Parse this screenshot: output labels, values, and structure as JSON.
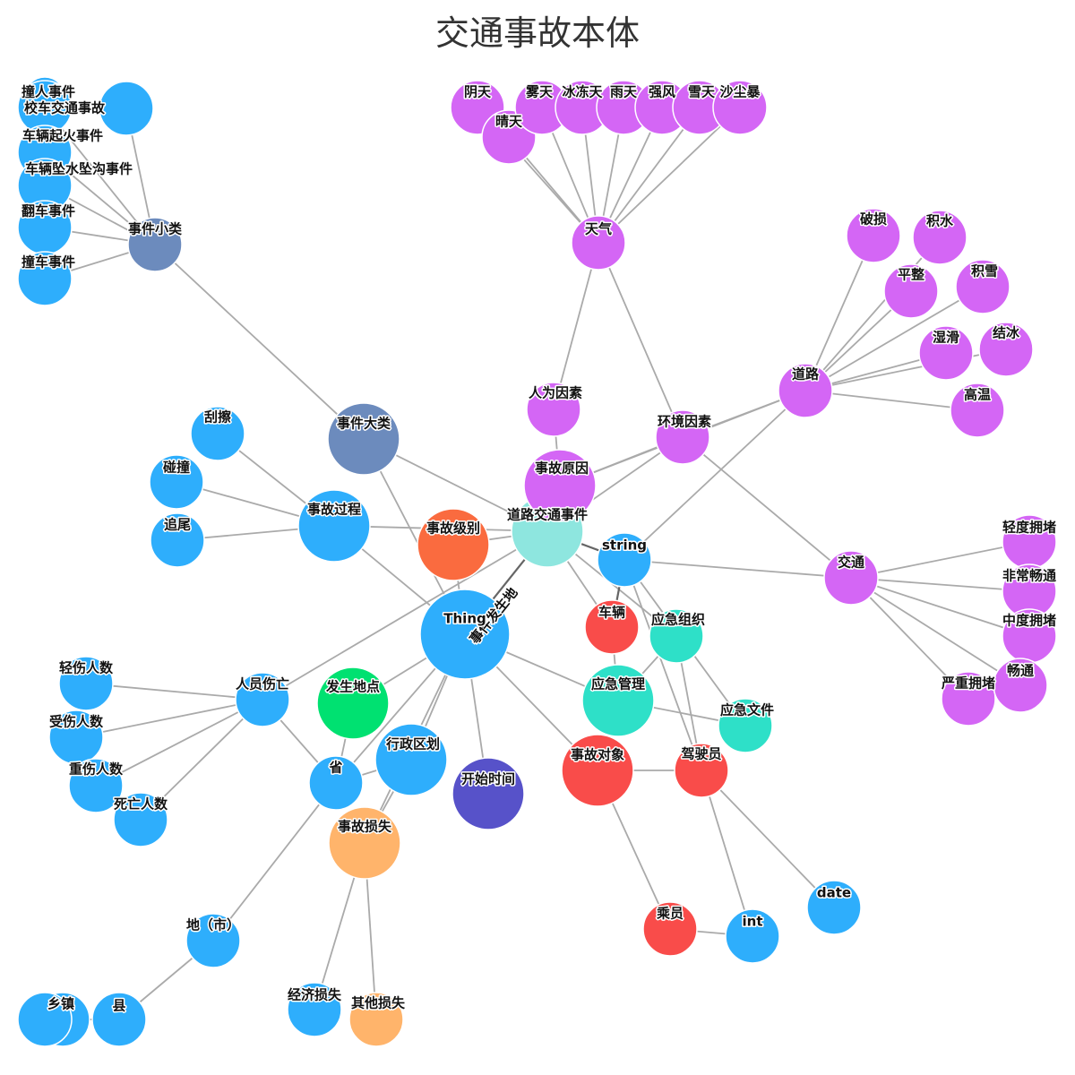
{
  "title": "交通事故本体",
  "colors": {
    "blue": "#2eaefc",
    "slate": "#6c8bbd",
    "purple": "#d466f5",
    "teal": "#8ee6df",
    "aqua": "#2ee0c8",
    "orangered": "#fa6b3f",
    "red": "#f94c4a",
    "green": "#00e171",
    "indigo": "#5752c9",
    "apricot": "#ffb46b"
  },
  "nodes": [
    {
      "id": "thing",
      "label": "Thing",
      "color": "blue"
    },
    {
      "id": "road_event",
      "label": "道路交通事件",
      "color": "teal"
    },
    {
      "id": "event_major",
      "label": "事件大类",
      "color": "slate"
    },
    {
      "id": "event_minor",
      "label": "事件小类",
      "color": "slate"
    },
    {
      "id": "hit_person",
      "label": "撞人事件",
      "color": "blue"
    },
    {
      "id": "school_bus",
      "label": "校车交通事故",
      "color": "blue"
    },
    {
      "id": "fire",
      "label": "车辆起火事件",
      "color": "blue"
    },
    {
      "id": "water",
      "label": "车辆坠水坠沟事件",
      "color": "blue"
    },
    {
      "id": "rollover",
      "label": "翻车事件",
      "color": "blue"
    },
    {
      "id": "crash_event",
      "label": "撞车事件",
      "color": "blue"
    },
    {
      "id": "weather",
      "label": "天气",
      "color": "purple"
    },
    {
      "id": "cloudy",
      "label": "阴天",
      "color": "purple"
    },
    {
      "id": "sunny",
      "label": "晴天",
      "color": "purple"
    },
    {
      "id": "foggy",
      "label": "雾天",
      "color": "purple"
    },
    {
      "id": "frozen",
      "label": "冰冻天",
      "color": "purple"
    },
    {
      "id": "rainy",
      "label": "雨天",
      "color": "purple"
    },
    {
      "id": "wind",
      "label": "强风",
      "color": "purple"
    },
    {
      "id": "snowy",
      "label": "雪天",
      "color": "purple"
    },
    {
      "id": "sandstorm",
      "label": "沙尘暴",
      "color": "purple"
    },
    {
      "id": "human_factor",
      "label": "人为因素",
      "color": "purple"
    },
    {
      "id": "env_factor",
      "label": "环境因素",
      "color": "purple"
    },
    {
      "id": "cause",
      "label": "事故原因",
      "color": "purple"
    },
    {
      "id": "road",
      "label": "道路",
      "color": "purple"
    },
    {
      "id": "damaged",
      "label": "破损",
      "color": "purple"
    },
    {
      "id": "ponding",
      "label": "积水",
      "color": "purple"
    },
    {
      "id": "flat",
      "label": "平整",
      "color": "purple"
    },
    {
      "id": "snow_cover",
      "label": "积雪",
      "color": "purple"
    },
    {
      "id": "slippery",
      "label": "湿滑",
      "color": "purple"
    },
    {
      "id": "icing",
      "label": "结冰",
      "color": "purple"
    },
    {
      "id": "heat",
      "label": "高温",
      "color": "purple"
    },
    {
      "id": "traffic",
      "label": "交通",
      "color": "purple"
    },
    {
      "id": "light_jam",
      "label": "轻度拥堵",
      "color": "purple"
    },
    {
      "id": "very_smooth",
      "label": "非常畅通",
      "color": "purple"
    },
    {
      "id": "mid_jam",
      "label": "中度拥堵",
      "color": "purple"
    },
    {
      "id": "smooth",
      "label": "畅通",
      "color": "purple"
    },
    {
      "id": "heavy_jam",
      "label": "严重拥堵",
      "color": "purple"
    },
    {
      "id": "process",
      "label": "事故过程",
      "color": "blue"
    },
    {
      "id": "scrape",
      "label": "刮擦",
      "color": "blue"
    },
    {
      "id": "collide",
      "label": "碰撞",
      "color": "blue"
    },
    {
      "id": "rearend",
      "label": "追尾",
      "color": "blue"
    },
    {
      "id": "level",
      "label": "事故级别",
      "color": "orangered"
    },
    {
      "id": "string",
      "label": "string",
      "color": "blue"
    },
    {
      "id": "vehicle",
      "label": "车辆",
      "color": "red"
    },
    {
      "id": "emerg_org",
      "label": "应急组织",
      "color": "aqua"
    },
    {
      "id": "emerg_mgmt",
      "label": "应急管理",
      "color": "aqua"
    },
    {
      "id": "emerg_doc",
      "label": "应急文件",
      "color": "aqua"
    },
    {
      "id": "object",
      "label": "事故对象",
      "color": "red"
    },
    {
      "id": "driver",
      "label": "驾驶员",
      "color": "red"
    },
    {
      "id": "passenger",
      "label": "乘员",
      "color": "red"
    },
    {
      "id": "int",
      "label": "int",
      "color": "blue"
    },
    {
      "id": "date",
      "label": "date",
      "color": "blue"
    },
    {
      "id": "start_time",
      "label": "开始时间",
      "color": "indigo"
    },
    {
      "id": "admin",
      "label": "行政区划",
      "color": "blue"
    },
    {
      "id": "place",
      "label": "发生地点",
      "color": "green"
    },
    {
      "id": "casualty",
      "label": "人员伤亡",
      "color": "blue"
    },
    {
      "id": "minor_inj",
      "label": "轻伤人数",
      "color": "blue"
    },
    {
      "id": "injured",
      "label": "受伤人数",
      "color": "blue"
    },
    {
      "id": "severe_inj",
      "label": "重伤人数",
      "color": "blue"
    },
    {
      "id": "death",
      "label": "死亡人数",
      "color": "blue"
    },
    {
      "id": "province",
      "label": "省",
      "color": "blue"
    },
    {
      "id": "loss",
      "label": "事故损失",
      "color": "apricot"
    },
    {
      "id": "econ_loss",
      "label": "经济损失",
      "color": "blue"
    },
    {
      "id": "other_loss",
      "label": "其他损失",
      "color": "apricot"
    },
    {
      "id": "city",
      "label": "地（市）",
      "color": "blue"
    },
    {
      "id": "town",
      "label": "乡镇",
      "color": "blue"
    },
    {
      "id": "county",
      "label": "县",
      "color": "blue"
    }
  ],
  "edges": [
    [
      "event_minor",
      "hit_person"
    ],
    [
      "event_minor",
      "school_bus"
    ],
    [
      "event_minor",
      "fire"
    ],
    [
      "event_minor",
      "water"
    ],
    [
      "event_minor",
      "rollover"
    ],
    [
      "event_minor",
      "crash_event"
    ],
    [
      "event_minor",
      "event_major"
    ],
    [
      "event_major",
      "road_event"
    ],
    [
      "event_major",
      "thing"
    ],
    [
      "weather",
      "cloudy"
    ],
    [
      "weather",
      "sunny"
    ],
    [
      "weather",
      "foggy"
    ],
    [
      "weather",
      "frozen"
    ],
    [
      "weather",
      "rainy"
    ],
    [
      "weather",
      "wind"
    ],
    [
      "weather",
      "snowy"
    ],
    [
      "weather",
      "sandstorm"
    ],
    [
      "weather",
      "human_factor"
    ],
    [
      "weather",
      "env_factor"
    ],
    [
      "human_factor",
      "cause"
    ],
    [
      "env_factor",
      "cause"
    ],
    [
      "env_factor",
      "traffic"
    ],
    [
      "env_factor",
      "road_event"
    ],
    [
      "cause",
      "road_event"
    ],
    [
      "cause",
      "road"
    ],
    [
      "road",
      "damaged"
    ],
    [
      "road",
      "ponding"
    ],
    [
      "road",
      "flat"
    ],
    [
      "road",
      "snow_cover"
    ],
    [
      "road",
      "slippery"
    ],
    [
      "road",
      "icing"
    ],
    [
      "road",
      "heat"
    ],
    [
      "road",
      "env_factor"
    ],
    [
      "road",
      "string"
    ],
    [
      "traffic",
      "light_jam"
    ],
    [
      "traffic",
      "very_smooth"
    ],
    [
      "traffic",
      "mid_jam"
    ],
    [
      "traffic",
      "smooth"
    ],
    [
      "traffic",
      "heavy_jam"
    ],
    [
      "traffic",
      "string"
    ],
    [
      "process",
      "scrape"
    ],
    [
      "process",
      "collide"
    ],
    [
      "process",
      "rearend"
    ],
    [
      "process",
      "road_event"
    ],
    [
      "process",
      "thing"
    ],
    [
      "level",
      "road_event"
    ],
    [
      "level",
      "thing"
    ],
    [
      "road_event",
      "thing"
    ],
    [
      "road_event",
      "string"
    ],
    [
      "road_event",
      "vehicle"
    ],
    [
      "road_event",
      "emerg_org"
    ],
    [
      "road_event",
      "casualty"
    ],
    [
      "string",
      "vehicle"
    ],
    [
      "string",
      "driver"
    ],
    [
      "string",
      "emerg_doc"
    ],
    [
      "emerg_org",
      "emerg_mgmt"
    ],
    [
      "emerg_org",
      "driver"
    ],
    [
      "emerg_mgmt",
      "thing"
    ],
    [
      "emerg_mgmt",
      "emerg_doc"
    ],
    [
      "emerg_mgmt",
      "vehicle"
    ],
    [
      "object",
      "thing"
    ],
    [
      "object",
      "driver"
    ],
    [
      "object",
      "passenger"
    ],
    [
      "driver",
      "int"
    ],
    [
      "driver",
      "date"
    ],
    [
      "passenger",
      "int"
    ],
    [
      "start_time",
      "thing"
    ],
    [
      "admin",
      "thing"
    ],
    [
      "admin",
      "province"
    ],
    [
      "admin",
      "loss"
    ],
    [
      "place",
      "thing"
    ],
    [
      "place",
      "province"
    ],
    [
      "loss",
      "thing"
    ],
    [
      "loss",
      "econ_loss"
    ],
    [
      "loss",
      "other_loss"
    ],
    [
      "casualty",
      "minor_inj"
    ],
    [
      "casualty",
      "injured"
    ],
    [
      "casualty",
      "severe_inj"
    ],
    [
      "casualty",
      "death"
    ],
    [
      "casualty",
      "province"
    ],
    [
      "province",
      "thing"
    ],
    [
      "province",
      "city"
    ],
    [
      "city",
      "county"
    ],
    [
      "county",
      "town"
    ]
  ],
  "dark_edges": [
    {
      "from": "road_event",
      "to": "thing",
      "label": "事件发生地"
    },
    [
      "road_event",
      "string"
    ],
    [
      "string",
      "vehicle"
    ]
  ]
}
